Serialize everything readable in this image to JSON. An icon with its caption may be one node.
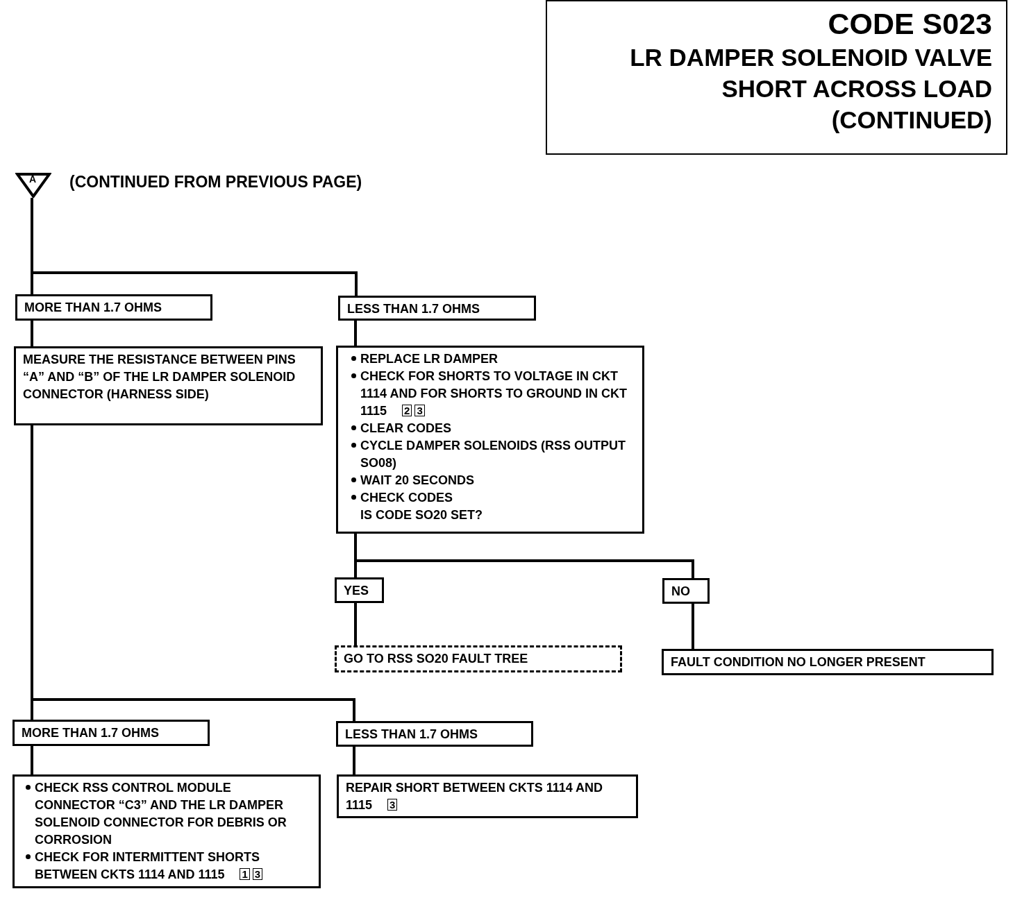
{
  "diagram": {
    "nodes": [
      {
        "text": [
          "CODE S023",
          "LR DAMPER SOLENOID VALVE SHORT ACROSS LOAD (CONTINUED)"
        ]
      },
      {
        "text": [
          "A"
        ],
        "beside": [
          "(CONTINUED FROM PREVIOUS PAGE)"
        ]
      },
      {
        "text": [
          "MORE THAN 1.7 OHMS"
        ]
      },
      {
        "text": [
          "LESS THAN 1.7 OHMS"
        ]
      },
      {
        "text": [
          "MEASURE THE RESISTANCE BETWEEN PINS “A” AND “B” OF THE LR DAMPER SOLENOID CONNECTOR (HARNESS SIDE)"
        ]
      },
      {
        "text": [
          "REPLACE LR DAMPER",
          "CHECK FOR SHORTS TO VOLTAGE IN CKT 1114 AND FOR SHORTS TO GROUND IN CKT 1115",
          "2",
          "3",
          "CLEAR CODES",
          "CYCLE DAMPER SOLENOIDS (RSS OUTPUT SO08)",
          "WAIT 20 SECONDS",
          "CHECK CODES",
          "IS CODE SO20 SET?"
        ]
      },
      {
        "text": [
          "YES"
        ]
      },
      {
        "text": [
          "NO"
        ]
      },
      {
        "text": [
          "GO TO RSS SO20 FAULT TREE"
        ]
      },
      {
        "text": [
          "FAULT CONDITION NO LONGER PRESENT"
        ]
      },
      {
        "text": [
          "MORE THAN 1.7 OHMS"
        ]
      },
      {
        "text": [
          "LESS THAN 1.7 OHMS"
        ]
      },
      {
        "text": [
          "CHECK RSS CONTROL MODULE CONNECTOR “C3” AND THE LR DAMPER SOLENOID CONNECTOR FOR DEBRIS OR CORROSION",
          "CHECK FOR INTERMITTENT SHORTS BETWEEN CKTS 1114 AND 1115",
          "1",
          "3"
        ]
      },
      {
        "text": [
          "REPAIR SHORT BETWEEN CKTS 1114 AND 1115",
          "3"
        ]
      }
    ],
    "edges": [
      {
        "from": 1,
        "to": 2,
        "arrow": "none"
      },
      {
        "from": 1,
        "to": 3,
        "arrow": "none"
      },
      {
        "from": 2,
        "to": 4,
        "arrow": "none"
      },
      {
        "from": 3,
        "to": 5,
        "arrow": "none"
      },
      {
        "from": 5,
        "to": 6,
        "arrow": "none"
      },
      {
        "from": 5,
        "to": 7,
        "arrow": "none"
      },
      {
        "from": 6,
        "to": 8,
        "arrow": "none"
      },
      {
        "from": 7,
        "to": 9,
        "arrow": "none"
      },
      {
        "from": 4,
        "to": 10,
        "arrow": "none"
      },
      {
        "from": 4,
        "to": 11,
        "arrow": "none"
      },
      {
        "from": 10,
        "to": 12,
        "arrow": "none"
      },
      {
        "from": 11,
        "to": 13,
        "arrow": "none"
      }
    ]
  }
}
